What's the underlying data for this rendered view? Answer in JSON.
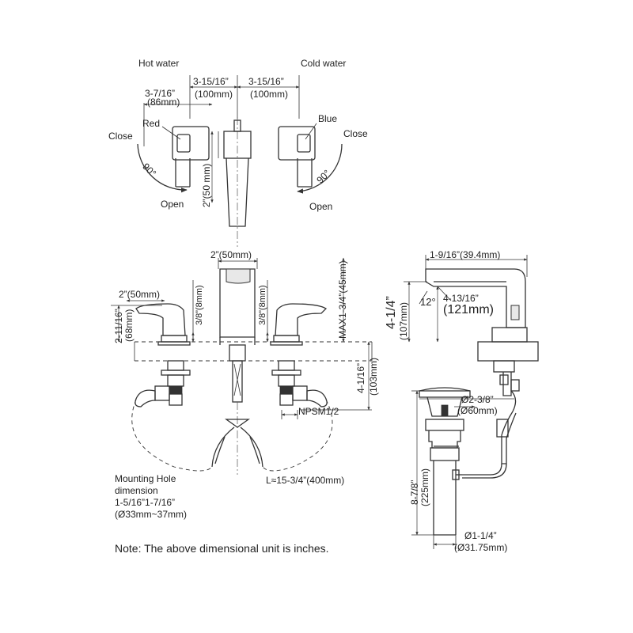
{
  "labels": {
    "hot_water": "Hot water",
    "cold_water": "Cold water",
    "close_left": "Close",
    "close_right": "Close",
    "open_left": "Open",
    "open_right": "Open",
    "red": "Red",
    "blue": "Blue",
    "angle_left": "90°",
    "angle_right": "90°",
    "angle_side": "12°",
    "npsm": "NPSM1/2",
    "hose_length": "L≈15-3/4”(400mm)",
    "mounting_hole_line1": "Mounting Hole",
    "mounting_hole_line2": "dimension",
    "mounting_hole_line3": "1-5/16”1-7/16”",
    "mounting_hole_line4": "(Ø33mm~37mm)",
    "note": "Note: The above dimensional unit is inches."
  },
  "dims": {
    "top_left_in": "3-7/16”",
    "top_left_mm": "(86mm)",
    "top_mid1_in": "3-15/16”",
    "top_mid1_mm": "(100mm)",
    "top_mid2_in": "3-15/16”",
    "top_mid2_mm": "(100mm)",
    "spout_depth": "2”(50 mm)",
    "spout_width": "2”(50mm)",
    "handle_width": "2”(50mm)",
    "handle_height_in": "2-11/16”",
    "handle_height_mm": "(68mm)",
    "base_left": "3/8”(8mm)",
    "base_right": "3/8”(8mm)",
    "max_deck": "MAX1-3/4”(45mm)",
    "shank_in": "4-1/16”",
    "shank_mm": "(103mm)",
    "side_reach": "1-9/16”(39.4mm)",
    "side_height_in": "4-1/4”",
    "side_height_mm": "(107mm)",
    "side_spout_in": "4-13/16”",
    "side_spout_mm": "(121mm)",
    "drain_dia_in": "Ø2-3/8”",
    "drain_dia_mm": "(Ø60mm)",
    "drain_len_in": "8-7/8”",
    "drain_len_mm": "(225mm)",
    "tail_dia_in": "Ø1-1/4”",
    "tail_dia_mm": "(Ø31.75mm)"
  }
}
